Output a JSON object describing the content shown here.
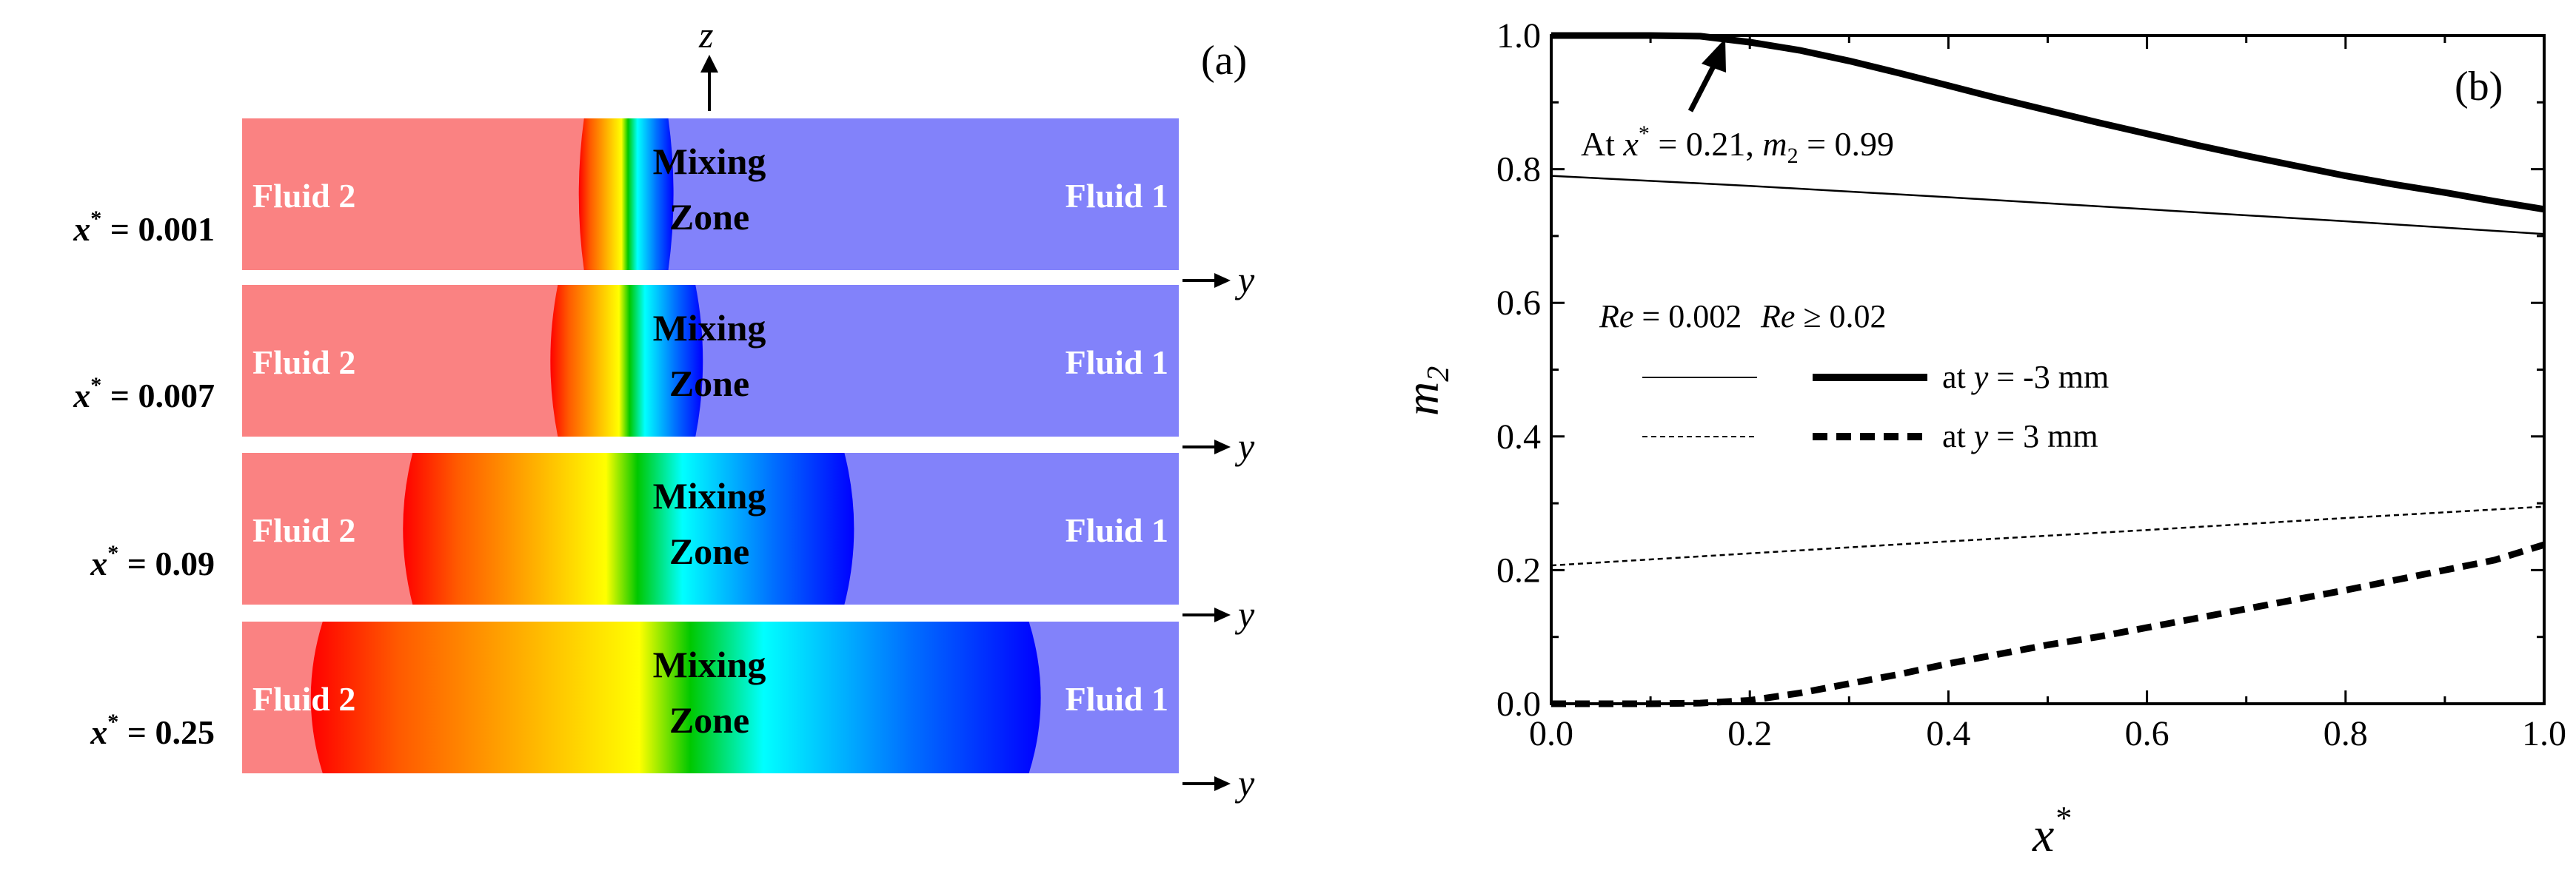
{
  "colors": {
    "fluid2": "#fa8282",
    "fluid1": "#8282fa",
    "line": "#000000",
    "background": "#ffffff",
    "gradient": [
      "#ff0000",
      "#ff6a00",
      "#ffb000",
      "#ffff00",
      "#00c800",
      "#00ffff",
      "#0060ff",
      "#0000ff"
    ]
  },
  "panel_a": {
    "label": "(a)",
    "z_axis_label": "z",
    "y_axis_label": "y",
    "bands": [
      {
        "x_label": "x",
        "x_sup": "*",
        "value": "= 0.001",
        "left_label": "Fluid 2",
        "right_label": "Fluid 1",
        "zone_line1": "Mixing",
        "zone_line2": "Zone",
        "mix_left": 0.365,
        "mix_right": 0.455
      },
      {
        "x_label": "x",
        "x_sup": "*",
        "value": "= 0.007",
        "left_label": "Fluid 2",
        "right_label": "Fluid 1",
        "zone_line1": "Mixing",
        "zone_line2": "Zone",
        "mix_left": 0.337,
        "mix_right": 0.484
      },
      {
        "x_label": "x",
        "x_sup": "*",
        "value": "= 0.09",
        "left_label": "Fluid 2",
        "right_label": "Fluid 1",
        "zone_line1": "Mixing",
        "zone_line2": "Zone",
        "mix_left": 0.182,
        "mix_right": 0.643
      },
      {
        "x_label": "x",
        "x_sup": "*",
        "value": "= 0.25",
        "left_label": "Fluid 2",
        "right_label": "Fluid 1",
        "zone_line1": "Mixing",
        "zone_line2": "Zone",
        "mix_left": 0.086,
        "mix_right": 0.84
      }
    ]
  },
  "chart_data": {
    "type": "line",
    "panel_label": "(b)",
    "xlabel": "x",
    "xlabel_sup": "*",
    "ylabel": "m",
    "ylabel_sub": "2",
    "xlim": [
      0.0,
      1.0
    ],
    "ylim": [
      0.0,
      1.0
    ],
    "xticks": [
      "0.0",
      "0.2",
      "0.4",
      "0.6",
      "0.8",
      "1.0"
    ],
    "yticks": [
      "0.0",
      "0.2",
      "0.4",
      "0.6",
      "0.8",
      "1.0"
    ],
    "grid": false,
    "annotation": {
      "prefix": "At ",
      "x_sym": "x",
      "x_sup": "*",
      "mid": " = 0.21, ",
      "m_sym": "m",
      "m_sub": "2",
      "suffix": " = 0.99",
      "arrow_to": [
        0.17,
        0.99
      ]
    },
    "legend": {
      "placement": "center-left",
      "col1": {
        "sym": "Re",
        "text": " = 0.002"
      },
      "col2": {
        "sym": "Re",
        "text": " ≥ 0.02"
      },
      "row1": {
        "pre": "at ",
        "var": "y",
        "post": " = -3 mm"
      },
      "row2": {
        "pre": "at ",
        "var": "y",
        "post": " = 3 mm"
      }
    },
    "series": [
      {
        "re": "Re = 0.002",
        "position": "y = -3 mm",
        "style": "thin-solid",
        "x": [
          0,
          0.2,
          0.4,
          0.6,
          0.8,
          1.0
        ],
        "y": [
          0.79,
          0.775,
          0.758,
          0.74,
          0.722,
          0.703
        ]
      },
      {
        "re": "Re ≥ 0.02",
        "position": "y = -3 mm",
        "style": "thick-solid",
        "x": [
          0,
          0.05,
          0.1,
          0.15,
          0.2,
          0.25,
          0.3,
          0.35,
          0.4,
          0.45,
          0.5,
          0.55,
          0.6,
          0.65,
          0.7,
          0.75,
          0.8,
          0.85,
          0.9,
          0.95,
          1.0
        ],
        "y": [
          1.0,
          1.0,
          1.0,
          0.999,
          0.99,
          0.978,
          0.962,
          0.944,
          0.925,
          0.906,
          0.888,
          0.87,
          0.853,
          0.836,
          0.82,
          0.805,
          0.79,
          0.777,
          0.765,
          0.752,
          0.74
        ]
      },
      {
        "re": "Re = 0.002",
        "position": "y = 3 mm",
        "style": "thin-dashed",
        "x": [
          0,
          0.2,
          0.4,
          0.6,
          0.8,
          1.0
        ],
        "y": [
          0.207,
          0.225,
          0.243,
          0.26,
          0.278,
          0.295
        ]
      },
      {
        "re": "Re ≥ 0.02",
        "position": "y = 3 mm",
        "style": "thick-dashed",
        "x": [
          0,
          0.1,
          0.15,
          0.2,
          0.25,
          0.3,
          0.35,
          0.4,
          0.45,
          0.5,
          0.55,
          0.6,
          0.65,
          0.7,
          0.75,
          0.8,
          0.85,
          0.9,
          0.95,
          1.0
        ],
        "y": [
          0.0,
          0.0,
          0.001,
          0.005,
          0.016,
          0.03,
          0.044,
          0.06,
          0.074,
          0.088,
          0.1,
          0.114,
          0.128,
          0.142,
          0.156,
          0.17,
          0.185,
          0.2,
          0.215,
          0.238
        ]
      }
    ]
  }
}
